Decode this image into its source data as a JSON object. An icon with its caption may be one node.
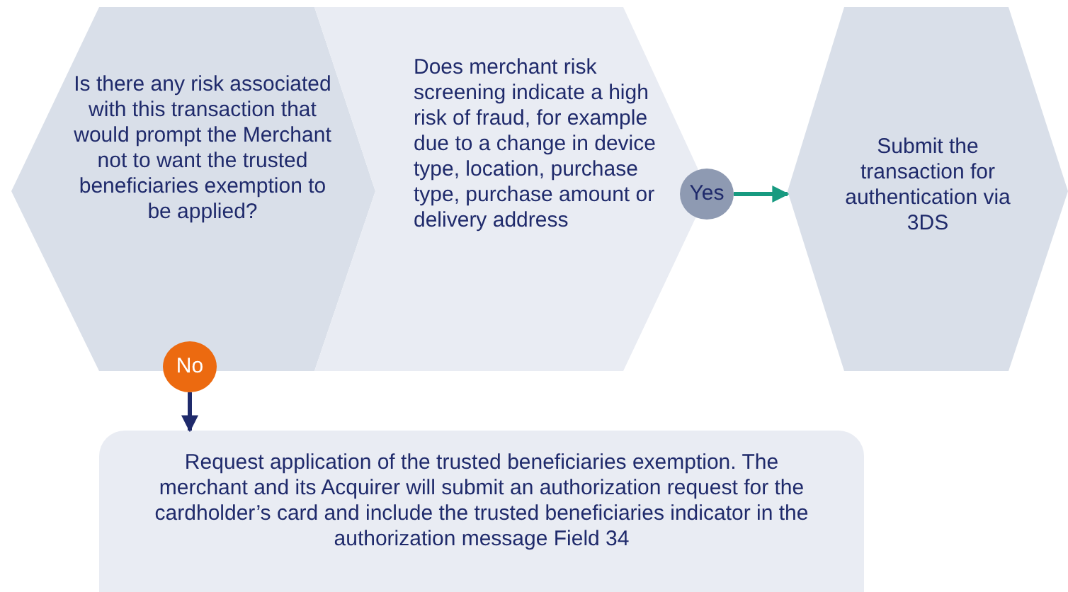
{
  "diagram": {
    "nodes": [
      {
        "text": [
          "Is there any risk associated with this transaction that would prompt the Merchant not to want the trusted beneficiaries exemption to be applied?"
        ]
      },
      {
        "text": [
          "Does merchant risk screening indicate  a high risk of fraud, for example due to a change in device type, location, purchase type, purchase amount or delivery address"
        ]
      },
      {
        "text": [
          "Submit the transaction for authentication via 3DS"
        ]
      },
      {
        "text": [
          "Yes"
        ]
      },
      {
        "text": [
          "No"
        ]
      },
      {
        "text": [
          "Request application of the trusted beneficiaries exemption. The merchant and its Acquirer will submit an authorization request for the cardholder’s card and include the trusted beneficiaries indicator in the authorization message Field 34"
        ]
      }
    ],
    "edges": [
      {
        "from": 3,
        "to": 2,
        "arrow": "to",
        "color": "#179a80"
      },
      {
        "from": 4,
        "to": 5,
        "arrow": "to",
        "color": "#1f2a6b"
      }
    ]
  }
}
